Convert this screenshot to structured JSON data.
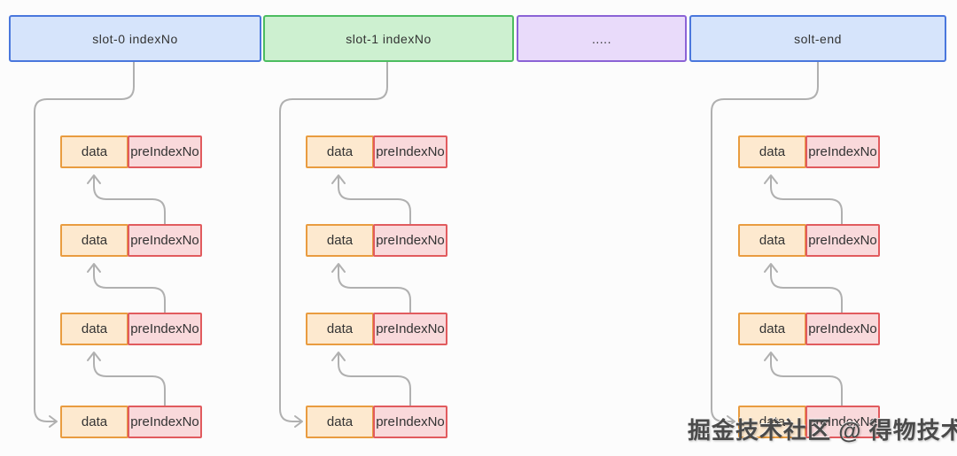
{
  "slots": [
    {
      "label": "slot-0 indexNo",
      "fill": "#d6e4fb",
      "border": "#4a77dd"
    },
    {
      "label": "slot-1 indexNo",
      "fill": "#cdf0d0",
      "border": "#4cbd60"
    },
    {
      "label": ".....",
      "fill": "#e9dbfa",
      "border": "#8b63d6"
    },
    {
      "label": "solt-end",
      "fill": "#d6e4fb",
      "border": "#4a77dd"
    }
  ],
  "node_colors": {
    "data_fill": "#fde9cf",
    "data_border": "#e99c40",
    "pre_fill": "#f9d9db",
    "pre_border": "#e15b5e",
    "connector": "#b0b0b0"
  },
  "columns": [
    {
      "rows": [
        {
          "data": "data",
          "pre": "preIndexNo"
        },
        {
          "data": "data",
          "pre": "preIndexNo"
        },
        {
          "data": "data",
          "pre": "preIndexNo"
        },
        {
          "data": "data",
          "pre": "preIndexNo"
        }
      ]
    },
    {
      "rows": [
        {
          "data": "data",
          "pre": "preIndexNo"
        },
        {
          "data": "data",
          "pre": "preIndexNo"
        },
        {
          "data": "data",
          "pre": "preIndexNo"
        },
        {
          "data": "data",
          "pre": "preIndexNo"
        }
      ]
    },
    {
      "rows": [
        {
          "data": "data",
          "pre": "preIndexNo"
        },
        {
          "data": "data",
          "pre": "preIndexNo"
        },
        {
          "data": "data",
          "pre": "preIndexNo"
        },
        {
          "data": "data",
          "pre": "preIndexNo"
        }
      ]
    }
  ],
  "watermark": "掘金技术社区 @ 得物技术"
}
